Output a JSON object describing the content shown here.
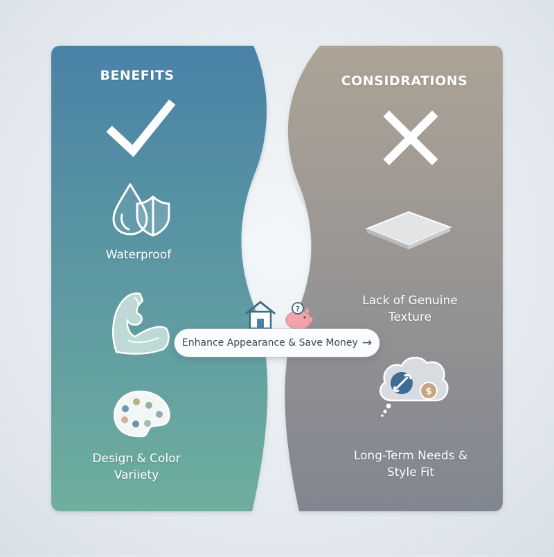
{
  "benefits": {
    "heading": "BENEFITS",
    "items": [
      {
        "label": "Waterproof",
        "icon": "water-drop-shield-icon"
      },
      {
        "label": "",
        "icon": "flexed-arm-icon"
      },
      {
        "label": "Design & Color Variiety",
        "icon": "paint-palette-icon"
      }
    ],
    "header_icon": "checkmark-icon"
  },
  "considerations": {
    "heading": "CONSIDRATIONS",
    "items": [
      {
        "label": "Lack of Genuine Texture",
        "icon": "flat-tile-icon"
      },
      {
        "label": "Long-Term Needs & Style Fit",
        "icon": "thought-cloud-wrench-dollar-icon"
      }
    ],
    "header_icon": "x-mark-icon"
  },
  "cta": {
    "label": "Enhance Appearance & Save Money",
    "arrow": "→",
    "icons": [
      "house-icon",
      "piggy-bank-icon",
      "question-badge-icon"
    ],
    "question_mark": "?",
    "dollar_sign": "$"
  },
  "colors": {
    "benefits_top": "#4a82a6",
    "benefits_bottom": "#6fae9e",
    "considerations_top": "#ada396",
    "considerations_bottom": "#818690",
    "page_background": "#e6ebf0",
    "piggy_pink": "#f2a3ad"
  }
}
